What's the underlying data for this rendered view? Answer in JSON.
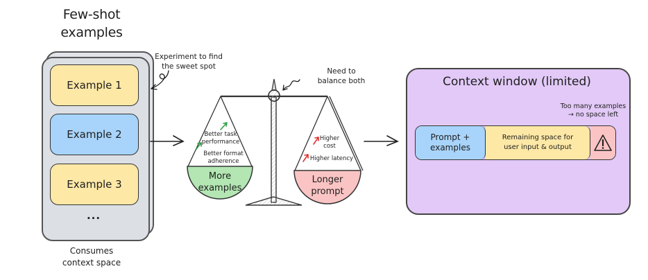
{
  "colors": {
    "yellow": "#fde8a6",
    "blue": "#a8d4fb",
    "green": "#b3e6b3",
    "pink": "#fbc4c4",
    "purple": "#e2c9f7",
    "gray": "#dcdfe4",
    "up_green": "#2f9e44",
    "up_red": "#e03131"
  },
  "examples_panel": {
    "title": "Few-shot examples",
    "title_line1": "Few-shot",
    "title_line2": "examples",
    "cards": [
      {
        "label": "Example 1",
        "color": "yellow"
      },
      {
        "label": "Example 2",
        "color": "blue"
      },
      {
        "label": "Example 3",
        "color": "yellow"
      }
    ],
    "ellipsis": "...",
    "caption_line1": "Consumes",
    "caption_line2": "context space",
    "annotation_line1": "Experiment to find",
    "annotation_line2": "the sweet spot"
  },
  "scale": {
    "annotation_line1": "Need to",
    "annotation_line2": "balance both",
    "left_pan": {
      "label_line1": "More",
      "label_line2": "examples",
      "benefits": [
        {
          "line1": "Better task",
          "line2": "performance",
          "icon": "arrow-up-green"
        },
        {
          "line1": "Better format",
          "line2": "adherence",
          "icon": "arrow-up-green"
        }
      ]
    },
    "right_pan": {
      "label_line1": "Longer",
      "label_line2": "prompt",
      "costs": [
        {
          "line1": "Higher",
          "line2": "cost",
          "icon": "arrow-up-red"
        },
        {
          "line1": "Higher latency",
          "line2": "",
          "icon": "arrow-up-red"
        }
      ]
    }
  },
  "context_window": {
    "title": "Context window (limited)",
    "note_line1": "Too many examples",
    "note_line2": "→ no space left",
    "segments": [
      {
        "line1": "Prompt +",
        "line2": "examples",
        "color": "blue"
      },
      {
        "line1": "Remaining space for",
        "line2": "user input & output",
        "color": "yellow"
      },
      {
        "icon": "warning-icon",
        "color": "pink"
      }
    ]
  }
}
